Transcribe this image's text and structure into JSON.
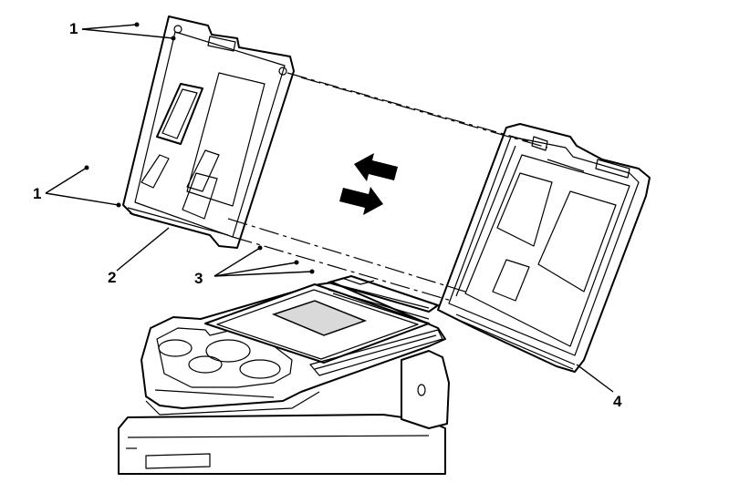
{
  "callouts": {
    "c1_top": "1",
    "c1_left": "1",
    "c2": "2",
    "c3": "3",
    "c4": "4"
  },
  "icons": {
    "arrow_left": "arrow-left-icon",
    "arrow_right": "arrow-right-icon"
  },
  "colors": {
    "line": "#000000",
    "background": "#ffffff",
    "shade": "#d9d9d9"
  }
}
